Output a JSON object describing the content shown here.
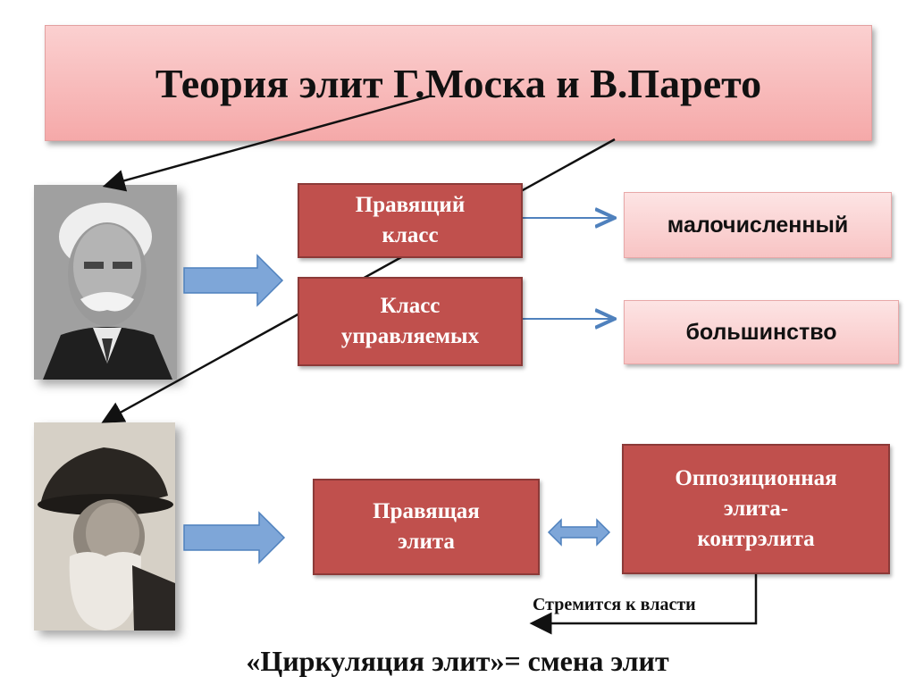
{
  "title": "Теория элит Г.Моска и В.Парето",
  "mosca": {
    "ruling": "Правящий\nкласс",
    "ruled": "Класс\nуправляемых",
    "ruling_trait": "малочисленный",
    "ruled_trait": "большинство"
  },
  "pareto": {
    "ruling_elite": "Правящая\nэлита",
    "opposition": "Оппозиционная\nэлита-\nконтрэлита",
    "strive": "Стремится к власти"
  },
  "footer": "«Циркуляция элит»= смена элит",
  "colors": {
    "box_red": "#c0504d",
    "box_pink": "#f8c4c4",
    "arrow_blue": "#7ea6d8",
    "connector_blue": "#4f81bd"
  },
  "icons": {
    "portrait_top": "portrait-mosca",
    "portrait_bottom": "portrait-pareto"
  }
}
